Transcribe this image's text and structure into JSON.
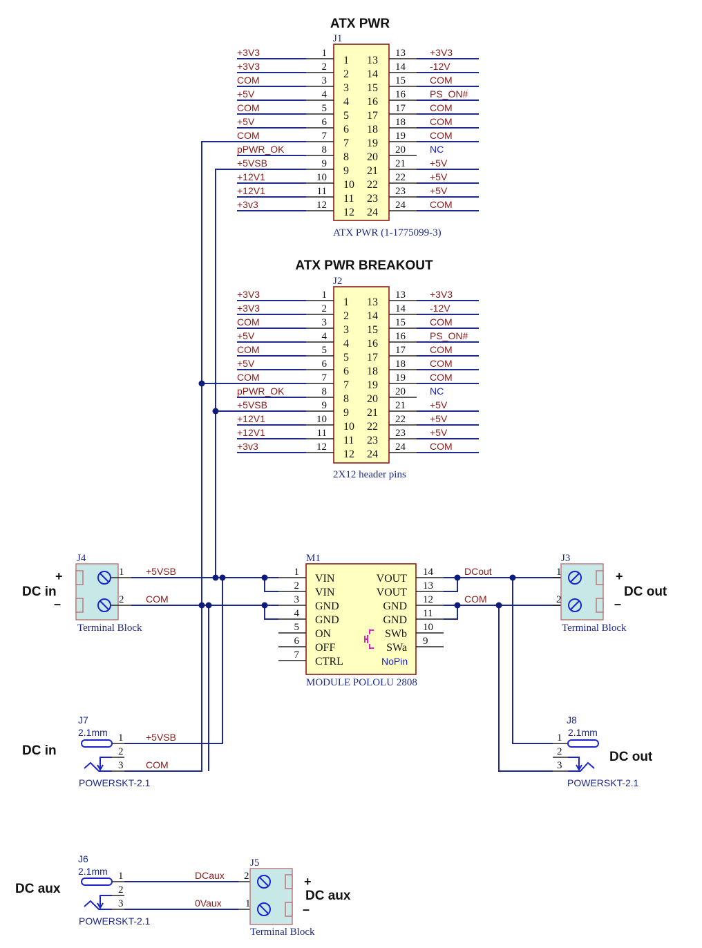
{
  "headers": [
    {
      "id": "J1",
      "title": "ATX PWR",
      "designator": "J1",
      "part": "ATX PWR (1-1775099-3)",
      "left_nets": [
        "+3V3",
        "+3V3",
        "COM",
        "+5V",
        "COM",
        "+5V",
        "COM",
        "pPWR_OK",
        "+5VSB",
        "+12V1",
        "+12V1",
        "+3v3"
      ],
      "right_nets": [
        "+3V3",
        "-12V",
        "COM",
        "PS_ON#",
        "COM",
        "COM",
        "COM",
        "NC",
        "+5V",
        "+5V",
        "+5V",
        "COM"
      ],
      "left_pins": [
        "1",
        "2",
        "3",
        "4",
        "5",
        "6",
        "7",
        "8",
        "9",
        "10",
        "11",
        "12"
      ],
      "right_pins": [
        "13",
        "14",
        "15",
        "16",
        "17",
        "18",
        "19",
        "20",
        "21",
        "22",
        "23",
        "24"
      ]
    },
    {
      "id": "J2",
      "title": "ATX PWR BREAKOUT",
      "designator": "J2",
      "part": "2X12 header pins",
      "left_nets": [
        "+3V3",
        "+3V3",
        "COM",
        "+5V",
        "COM",
        "+5V",
        "COM",
        "pPWR_OK",
        "+5VSB",
        "+12V1",
        "+12V1",
        "+3v3"
      ],
      "right_nets": [
        "+3V3",
        "-12V",
        "COM",
        "PS_ON#",
        "COM",
        "COM",
        "COM",
        "NC",
        "+5V",
        "+5V",
        "+5V",
        "COM"
      ],
      "left_pins": [
        "1",
        "2",
        "3",
        "4",
        "5",
        "6",
        "7",
        "8",
        "9",
        "10",
        "11",
        "12"
      ],
      "right_pins": [
        "13",
        "14",
        "15",
        "16",
        "17",
        "18",
        "19",
        "20",
        "21",
        "22",
        "23",
        "24"
      ]
    }
  ],
  "module": {
    "designator": "M1",
    "part": "MODULE POLOLU 2808",
    "left_pins": [
      {
        "num": "1",
        "name": "VIN"
      },
      {
        "num": "2",
        "name": "VIN"
      },
      {
        "num": "3",
        "name": "GND"
      },
      {
        "num": "4",
        "name": "GND"
      },
      {
        "num": "5",
        "name": "ON"
      },
      {
        "num": "6",
        "name": "OFF"
      },
      {
        "num": "7",
        "name": "CTRL"
      }
    ],
    "right_pins": [
      {
        "num": "14",
        "name": "VOUT"
      },
      {
        "num": "13",
        "name": "VOUT"
      },
      {
        "num": "12",
        "name": "GND"
      },
      {
        "num": "11",
        "name": "GND"
      },
      {
        "num": "10",
        "name": "SWb"
      },
      {
        "num": "9",
        "name": "SWa"
      }
    ],
    "nopin_label": "NoPin"
  },
  "terminals": {
    "J4": {
      "designator": "J4",
      "part": "Terminal Block",
      "pins": [
        "1",
        "2"
      ],
      "side_label": "DC in",
      "plus": "+",
      "minus": "–"
    },
    "J3": {
      "designator": "J3",
      "part": "Terminal Block",
      "pins": [
        "1",
        "2"
      ],
      "side_label": "DC out",
      "plus": "+",
      "minus": "–"
    },
    "J5": {
      "designator": "J5",
      "part": "Terminal Block",
      "pins": [
        "2",
        "1"
      ],
      "side_label": "DC aux",
      "plus": "+",
      "minus": "–"
    }
  },
  "jacks": {
    "J7": {
      "designator": "J7",
      "size": "2.1mm",
      "part": "POWERSKT-2.1",
      "pins": [
        "1",
        "2",
        "3"
      ],
      "side_label": "DC in"
    },
    "J8": {
      "designator": "J8",
      "size": "2.1mm",
      "part": "POWERSKT-2.1",
      "pins": [
        "1",
        "2",
        "3"
      ],
      "side_label": "DC out"
    },
    "J6": {
      "designator": "J6",
      "size": "2.1mm",
      "part": "POWERSKT-2.1",
      "pins": [
        "1",
        "2",
        "3"
      ],
      "side_label": "DC aux"
    }
  },
  "nets": {
    "j4_pin1": "+5VSB",
    "j4_pin2": "COM",
    "m1_out": "DCout",
    "m1_gnd": "COM",
    "j7_pin1": "+5VSB",
    "j7_pin3": "COM",
    "aux_pos": "DCaux",
    "aux_neg": "0Vaux"
  }
}
